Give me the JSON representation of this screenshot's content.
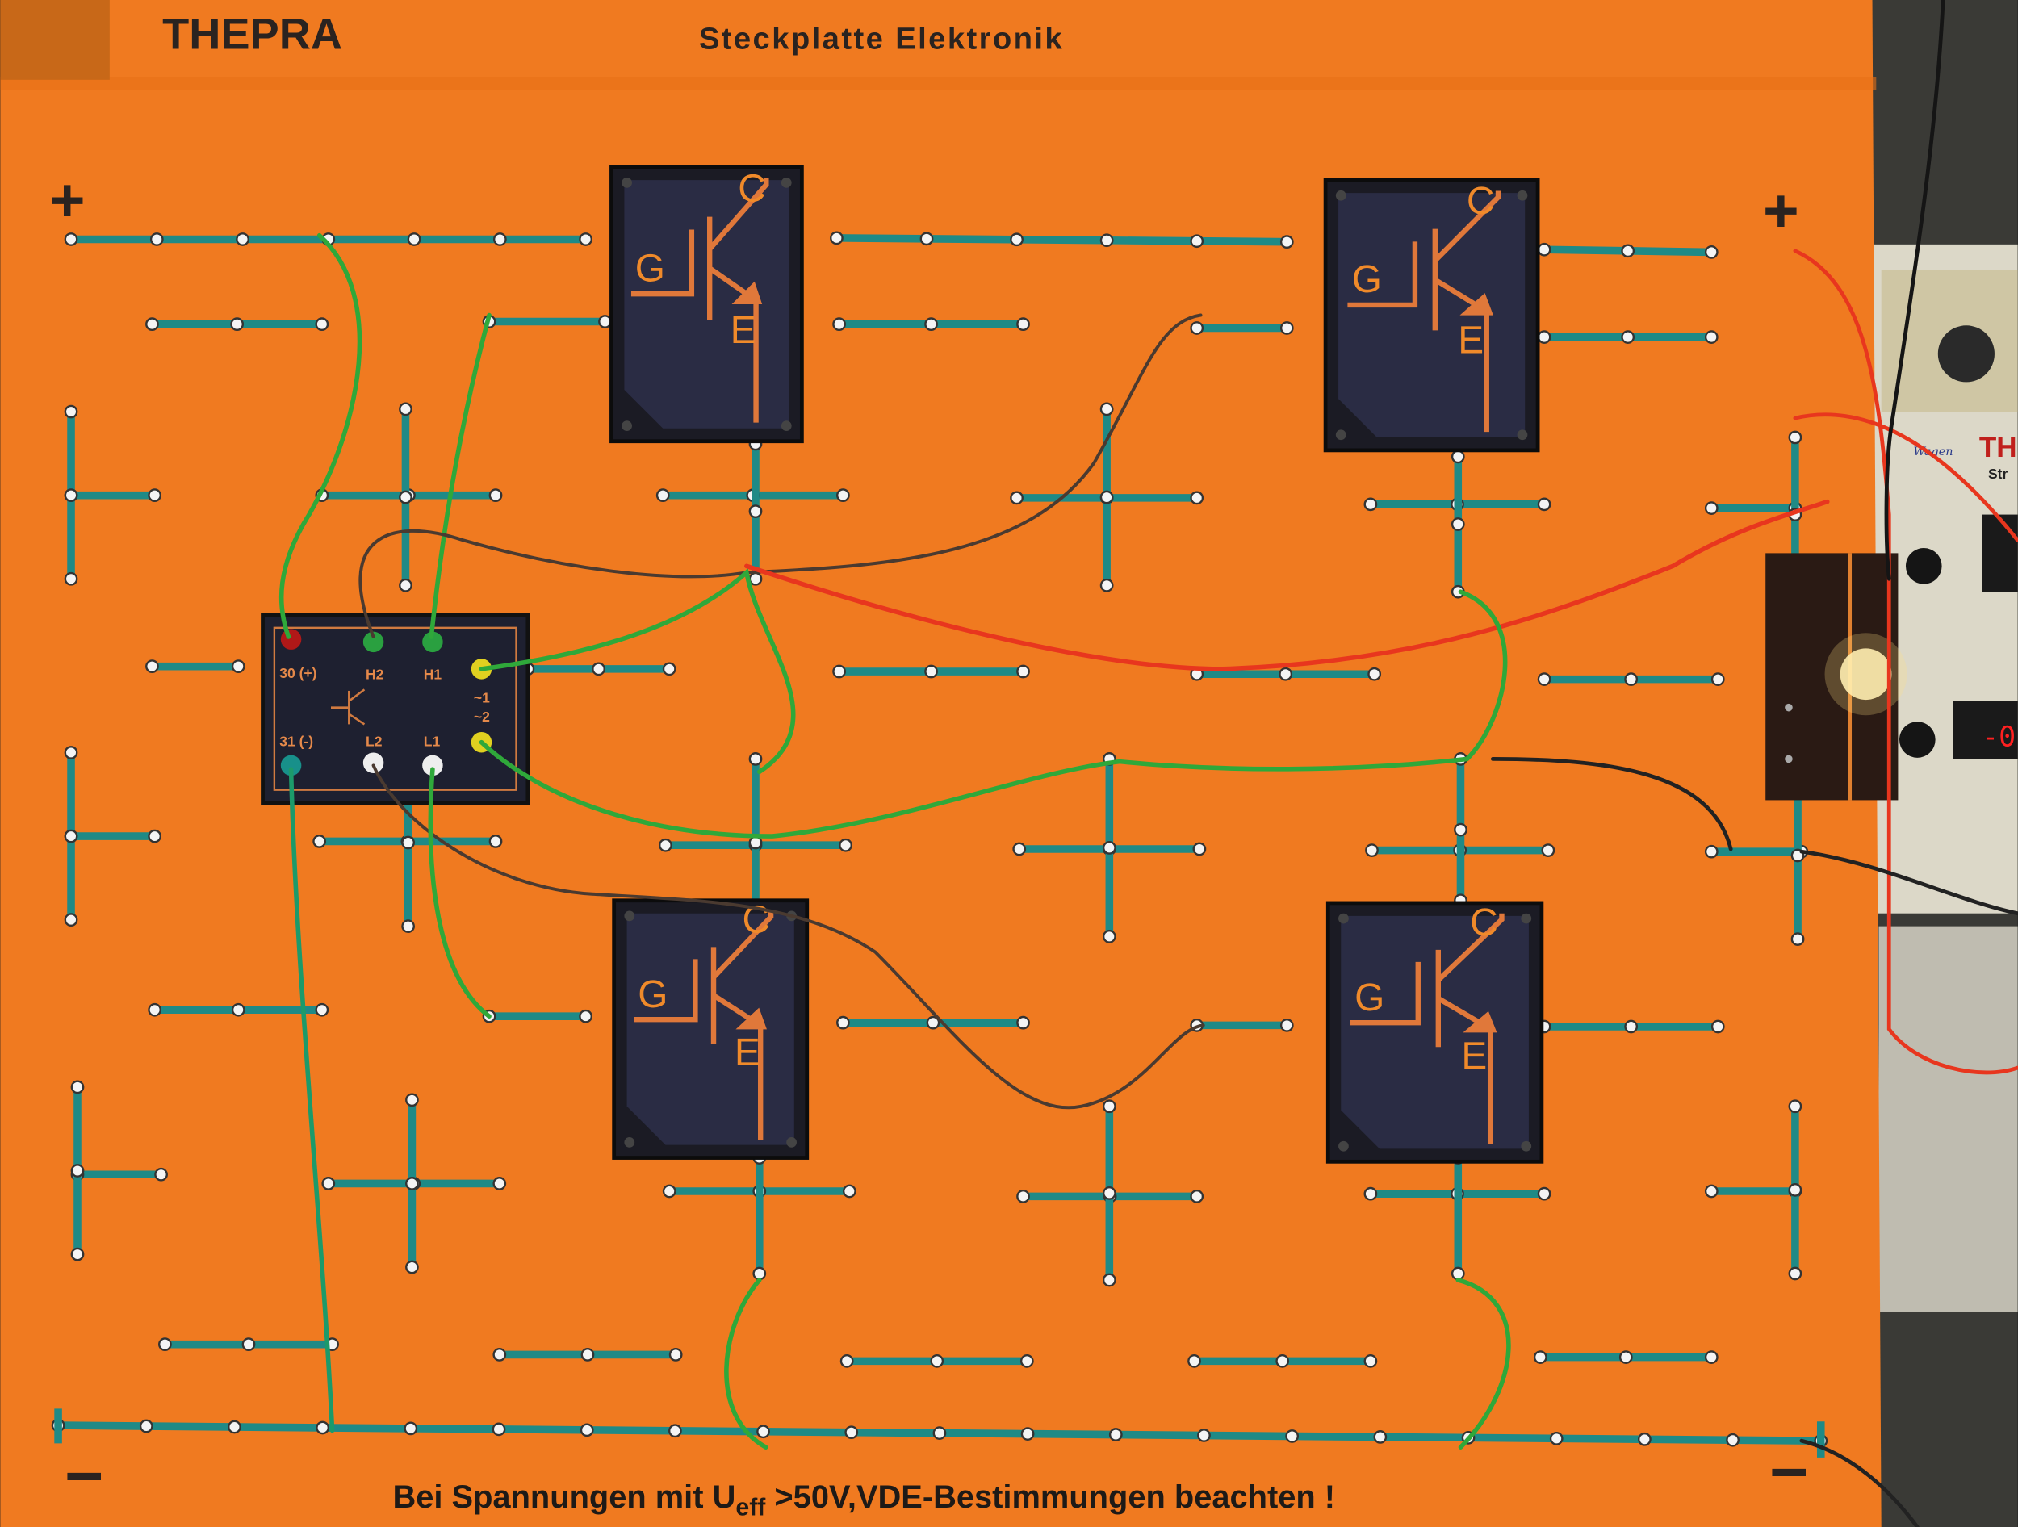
{
  "header": {
    "brand": "THEPRA",
    "title": "Steckplatte Elektronik"
  },
  "rails": {
    "plus_top_left": "+",
    "plus_top_right": "+",
    "minus_bottom_left": "−",
    "minus_bottom_right": "−"
  },
  "igbt": {
    "gate": "G",
    "collector": "C",
    "emitter": "E"
  },
  "control_module": {
    "terminal_30": "30 (+)",
    "terminal_h2": "H2",
    "terminal_h1": "H1",
    "terminal_ac1": "~1",
    "terminal_ac2": "~2",
    "terminal_31": "31 (-)",
    "terminal_l2": "L2",
    "terminal_l1": "L1"
  },
  "instrument": {
    "brand_partial": "TH",
    "subtitle_partial": "Str",
    "handwritten": "Wagen",
    "display_partial": "-0"
  },
  "warning": {
    "prefix": "Bei Spannungen mit U",
    "subscript": "eff",
    "suffix": " >50V,VDE-Bestimmungen beachten !"
  },
  "colors": {
    "board": "#f07a20",
    "strip": "#1f8a86",
    "module": "#22243a",
    "wire_green": "#2fa83a",
    "wire_red": "#e8361e",
    "wire_brown": "#4a3a30"
  }
}
